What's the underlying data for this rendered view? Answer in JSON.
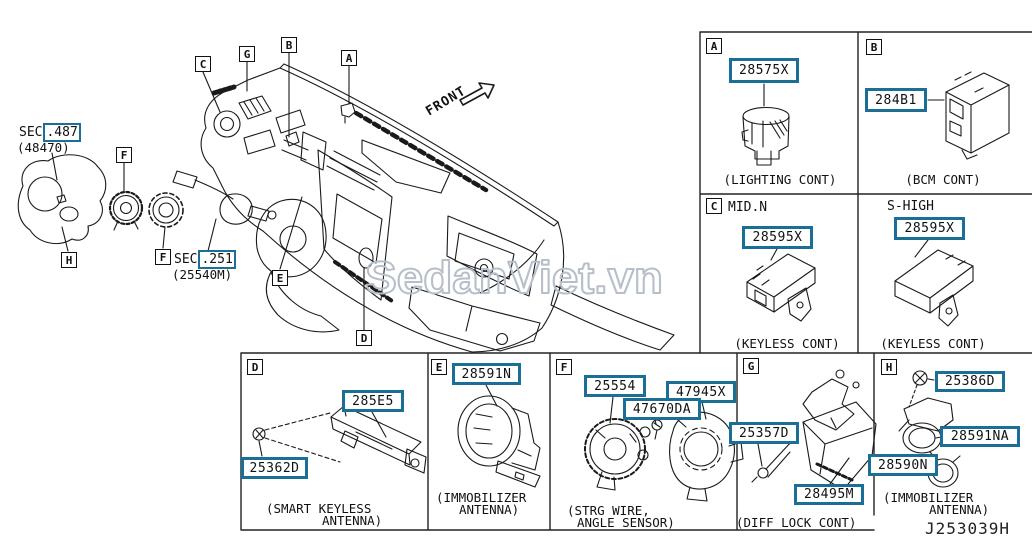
{
  "watermark": "SedanViet.vn",
  "drawing_code": "J253039H",
  "front_label": "FRONT",
  "main_diagram": {
    "callouts": {
      "a": "A",
      "b": "B",
      "c": "C",
      "d": "D",
      "e": "E",
      "f": "F",
      "g": "G",
      "h": "H"
    },
    "sec_487": {
      "prefix": "SEC",
      "boxed": ".487",
      "sub": "(48470)"
    },
    "sec_251": {
      "prefix": "SEC",
      "boxed": ".251",
      "sub": "(25540M)"
    }
  },
  "panels": {
    "a": {
      "letter": "A",
      "part": "28575X",
      "caption": "(LIGHTING CONT)"
    },
    "b": {
      "letter": "B",
      "part": "284B1",
      "caption": "(BCM CONT)"
    },
    "c": {
      "letter": "C",
      "variants": [
        {
          "name": "MID.N",
          "part": "28595X",
          "caption": "(KEYLESS CONT)"
        },
        {
          "name": "S-HIGH",
          "part": "28595X",
          "caption": "(KEYLESS CONT)"
        }
      ]
    },
    "d": {
      "letter": "D",
      "part_bar": "285E5",
      "part_screw": "25362D",
      "caption1": "(SMART KEYLESS",
      "caption2": "ANTENNA)"
    },
    "e": {
      "letter": "E",
      "part": "28591N",
      "caption1": "(IMMOBILIZER",
      "caption2": "ANTENNA)"
    },
    "f": {
      "letter": "F",
      "part_spiral": "25554",
      "part_sensor": "47945X",
      "part_screw": "47670DA",
      "caption1": "(STRG WIRE,",
      "caption2": "ANGLE SENSOR)"
    },
    "g": {
      "letter": "G",
      "part_screw": "25357D",
      "part_unit": "28495M",
      "caption": "(DIFF LOCK CONT)"
    },
    "h": {
      "letter": "H",
      "part_screw": "25386D",
      "part_antenna": "28591NA",
      "part_ring": "28590N",
      "caption1": "(IMMOBILIZER",
      "caption2": "ANTENNA)"
    }
  },
  "colors": {
    "part_box_border": "#1b6e96",
    "line_art": "#1a1a1a",
    "watermark": "#b6bfca"
  }
}
